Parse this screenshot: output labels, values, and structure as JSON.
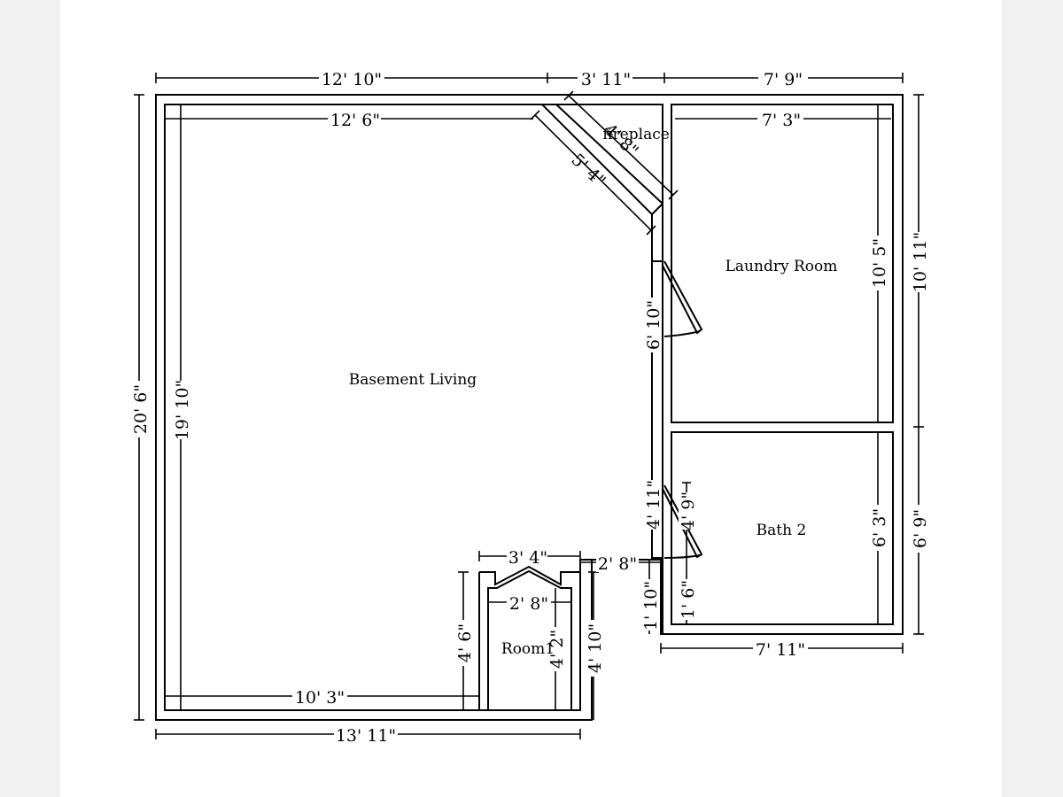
{
  "rooms": {
    "basement_living": "Basement Living",
    "laundry_room": "Laundry Room",
    "bath_2": "Bath 2",
    "room1": "Room1",
    "fireplace": "fireplace"
  },
  "dimensions": {
    "top_left": "12' 10\"",
    "top_mid": "3' 11\"",
    "top_right": "7' 9\"",
    "living_width": "12' 6\"",
    "laundry_width": "7' 3\"",
    "fireplace_diag": "4' 8\"",
    "living_diag": "5' 4\"",
    "left_overall": "20' 6\"",
    "living_height": "19' 10\"",
    "right_overall": "10' 11\"",
    "laundry_height": "10' 5\"",
    "door_wall_upper": "6' 10\"",
    "door_wall_lower": "4' 11\"",
    "bath_door": "4' 9\"",
    "bath_height": "6' 3\"",
    "right_lower": "6' 9\"",
    "closet_top": "3' 4\"",
    "closet_inner": "2' 8\"",
    "gap_width": "2' 8\"",
    "wall_stub": "1' 10\"",
    "bath_stub": "1' 6\"",
    "bath_width": "7' 11\"",
    "closet_left": "4' 6\"",
    "closet_inner_h": "4' 2\"",
    "closet_right": "4' 10\"",
    "living_bottom": "10' 3\"",
    "bottom_overall": "13' 11\""
  }
}
